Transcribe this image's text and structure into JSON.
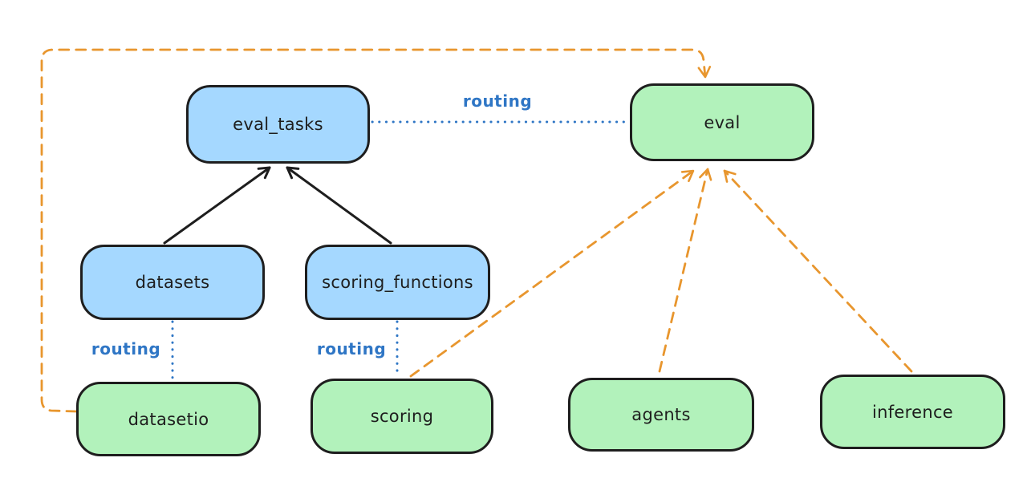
{
  "diagram": {
    "type": "flow-diagram",
    "colors": {
      "background": "#ffffff",
      "blue_fill": "#a5d8ff",
      "green_fill": "#b2f2bb",
      "border": "#1e1e1e",
      "routing_blue": "#2f76c5",
      "orange": "#e8962e"
    },
    "nodes": [
      {
        "id": "eval_tasks",
        "label": "eval_tasks",
        "kind": "blue"
      },
      {
        "id": "eval",
        "label": "eval",
        "kind": "green"
      },
      {
        "id": "datasets",
        "label": "datasets",
        "kind": "blue"
      },
      {
        "id": "scoring_functions",
        "label": "scoring_functions",
        "kind": "blue"
      },
      {
        "id": "datasetio",
        "label": "datasetio",
        "kind": "green"
      },
      {
        "id": "scoring",
        "label": "scoring",
        "kind": "green"
      },
      {
        "id": "agents",
        "label": "agents",
        "kind": "green"
      },
      {
        "id": "inference",
        "label": "inference",
        "kind": "green"
      }
    ],
    "edges": [
      {
        "from": "datasets",
        "to": "eval_tasks",
        "style": "solid-black-arrow",
        "label": ""
      },
      {
        "from": "scoring_functions",
        "to": "eval_tasks",
        "style": "solid-black-arrow",
        "label": ""
      },
      {
        "from": "eval_tasks",
        "to": "eval",
        "style": "dotted-blue",
        "label": "routing"
      },
      {
        "from": "datasets",
        "to": "datasetio",
        "style": "dotted-blue",
        "label": "routing"
      },
      {
        "from": "scoring_functions",
        "to": "scoring",
        "style": "dotted-blue",
        "label": "routing"
      },
      {
        "from": "datasetio",
        "to": "eval",
        "style": "dashed-orange-arrow",
        "label": ""
      },
      {
        "from": "scoring",
        "to": "eval",
        "style": "dashed-orange-arrow",
        "label": ""
      },
      {
        "from": "agents",
        "to": "eval",
        "style": "dashed-orange-arrow",
        "label": ""
      },
      {
        "from": "inference",
        "to": "eval",
        "style": "dashed-orange-arrow",
        "label": ""
      }
    ],
    "edge_labels": [
      {
        "text": "routing"
      },
      {
        "text": "routing"
      },
      {
        "text": "routing"
      }
    ]
  }
}
